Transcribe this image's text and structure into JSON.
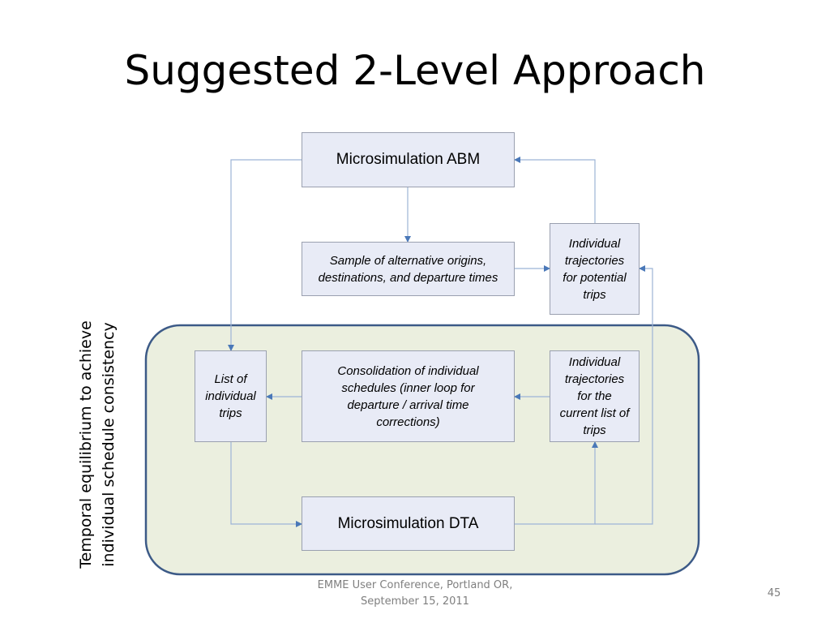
{
  "slide": {
    "title": "Suggested 2-Level Approach",
    "side_label_line1": "Temporal equilibrium to achieve",
    "side_label_line2": "individual schedule consistency",
    "footer_line1": "EMME User Conference, Portland OR,",
    "footer_line2": "September 15, 2011",
    "page_number": "45"
  },
  "diagram": {
    "nodes": {
      "abm": {
        "label": "Microsimulation ABM"
      },
      "sample": {
        "line1": "Sample of alternative origins,",
        "line2": "destinations, and departure times"
      },
      "potential": {
        "line1": "Individual",
        "line2": "trajectories",
        "line3": "for potential",
        "line4": "trips"
      },
      "trips_list": {
        "line1": "List of",
        "line2": "individual",
        "line3": "trips"
      },
      "consolidation": {
        "line1": "Consolidation of individual",
        "line2": "schedules (inner loop for",
        "line3": "departure / arrival time",
        "line4": "corrections)"
      },
      "current": {
        "line1": "Individual",
        "line2": "trajectories",
        "line3": "for the",
        "line4": "current list of",
        "line5": "trips"
      },
      "dta": {
        "label": "Microsimulation DTA"
      }
    },
    "colors": {
      "region_fill": "#ebefdf",
      "region_border": "#3c5a87",
      "node_fill": "#e8ebf6",
      "node_border": "#9aa0b0",
      "connector": "#9cb3d6",
      "arrowhead": "#4a78b8"
    }
  }
}
